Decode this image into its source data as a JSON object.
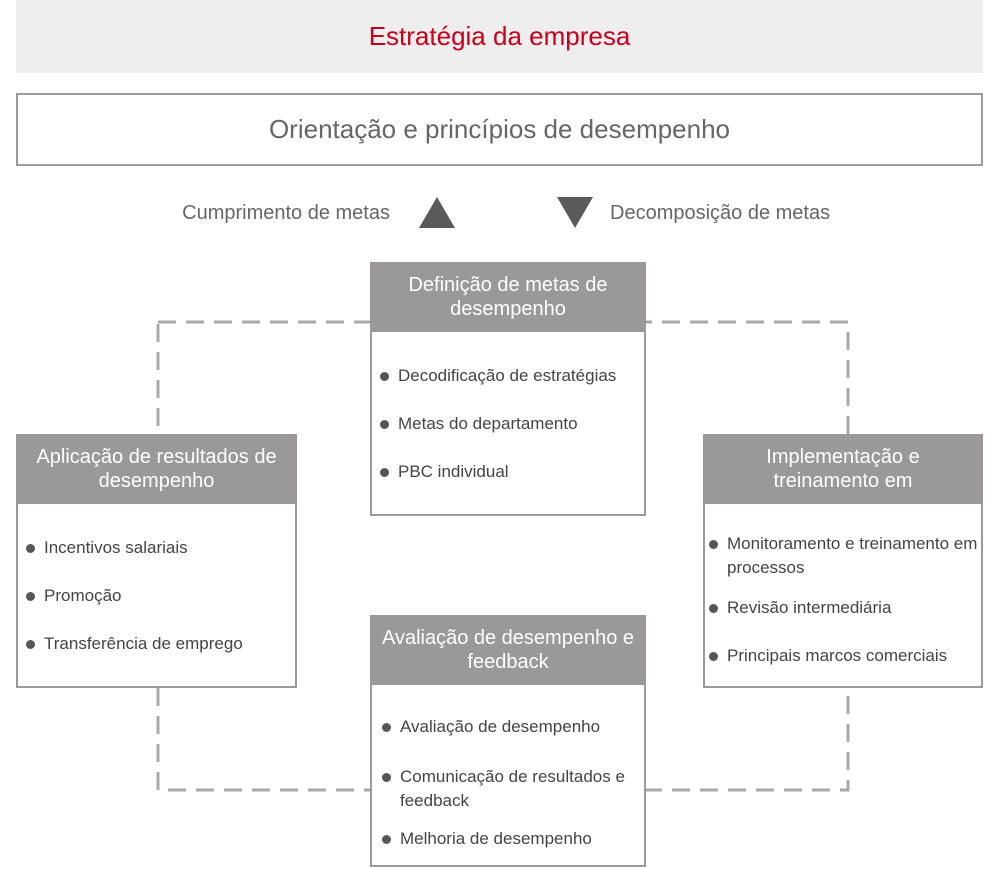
{
  "banner": "Estratégia da empresa",
  "orientation": "Orientação e princípios de desempenho",
  "arrows": {
    "up_label": "Cumprimento de metas",
    "down_label": "Decomposição de metas"
  },
  "boxes": {
    "top": {
      "title": "Definição de metas de desempenho",
      "items": [
        "Decodificação de estratégias",
        "Metas do departamento",
        "PBC individual"
      ]
    },
    "left": {
      "title": "Aplicação de resultados de desempenho",
      "items": [
        "Incentivos salariais",
        "Promoção",
        "Transferência de emprego"
      ]
    },
    "right": {
      "title": "Implementação e treinamento em",
      "items": [
        "Monitoramento e treinamento em processos",
        "Revisão intermediária",
        "Principais marcos comerciais"
      ]
    },
    "bottom": {
      "title": "Avaliação de desempenho e feedback",
      "items": [
        "Avaliação de desempenho",
        "Comunicação de resultados e feedback",
        "Melhoria de desempenho"
      ]
    }
  },
  "colors": {
    "accent": "#c8001e",
    "header": "#9a9898",
    "border": "#9a9a9a"
  }
}
